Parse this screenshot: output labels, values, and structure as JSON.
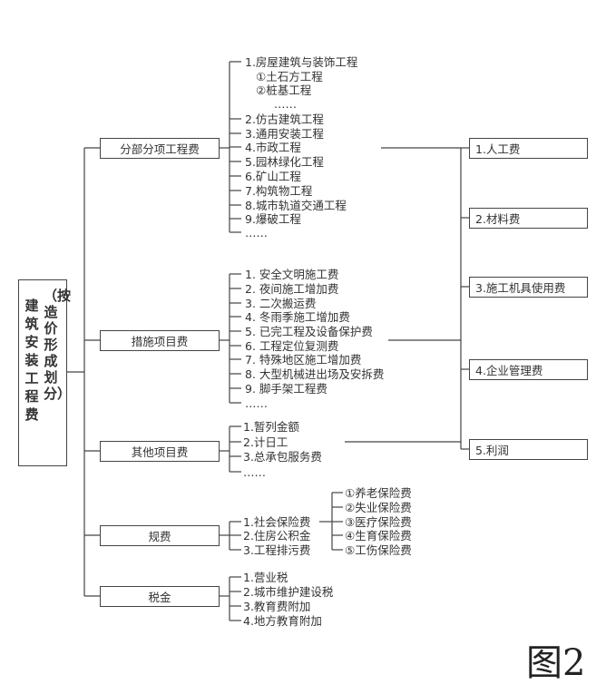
{
  "root": {
    "title": "建筑安装工程费",
    "subtitle": "（按造价形成划分）"
  },
  "categories": [
    {
      "label": "分部分项工程费",
      "items": [
        "1.房屋建筑与装饰工程",
        "①土石方工程",
        "②桩基工程",
        "……",
        "2.仿古建筑工程",
        "3.通用安装工程",
        "4.市政工程",
        "5.园林绿化工程",
        "6.矿山工程",
        "7.构筑物工程",
        "8.城市轨道交通工程",
        "9.爆破工程",
        "……"
      ]
    },
    {
      "label": "措施项目费",
      "items": [
        "1. 安全文明施工费",
        "2. 夜间施工增加费",
        "3. 二次搬运费",
        "4. 冬雨季施工增加费",
        "5. 已完工程及设备保护费",
        "6. 工程定位复测费",
        "7. 特殊地区施工增加费",
        "8. 大型机械进出场及安拆费",
        "9. 脚手架工程费",
        "……"
      ]
    },
    {
      "label": "其他项目费",
      "items": [
        "1.暂列金额",
        "2.计日工",
        "3.总承包服务费",
        "……"
      ]
    },
    {
      "label": "规费",
      "items": [
        "1.社会保险费",
        "2.住房公积金",
        "3.工程排污费"
      ],
      "subitems": [
        "①养老保险费",
        "②失业保险费",
        "③医疗保险费",
        "④生育保险费",
        "⑤工伤保险费"
      ]
    },
    {
      "label": "税金",
      "items": [
        "1.营业税",
        "2.城市维护建设税",
        "3.教育费附加",
        "4.地方教育附加"
      ]
    }
  ],
  "components": [
    "1.人工费",
    "2.材料费",
    "3.施工机具使用费",
    "4.企业管理费",
    "5.利润"
  ],
  "caption": "图2"
}
